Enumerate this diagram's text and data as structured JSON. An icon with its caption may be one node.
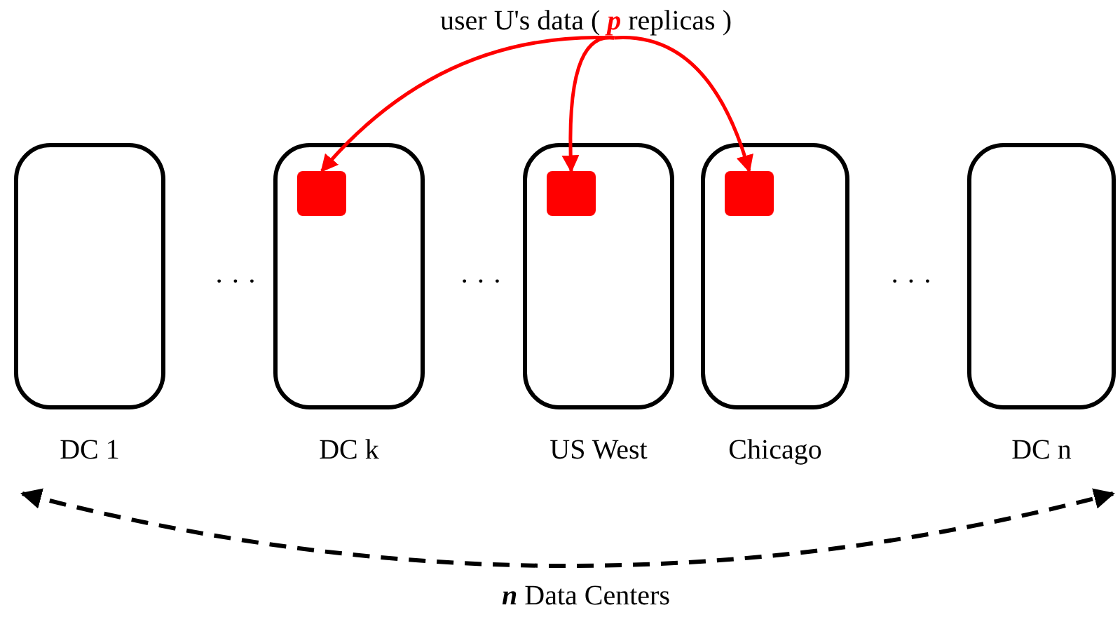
{
  "diagram": {
    "nodes": [
      {
        "text": [
          "user U's data ( **p** replicas )"
        ]
      },
      {
        "text": [
          "DC 1"
        ]
      },
      {
        "text": [
          "DC k"
        ]
      },
      {
        "text": [],
        "shape": "box",
        "in": 2
      },
      {
        "text": [
          "US West"
        ]
      },
      {
        "text": [],
        "shape": "box",
        "in": 4
      },
      {
        "text": [
          "Chicago"
        ]
      },
      {
        "text": [],
        "shape": "box",
        "in": 6
      },
      {
        "text": [
          "DC n"
        ]
      }
    ],
    "edges": [
      {
        "from": 0,
        "to": 3,
        "arrow": "to"
      },
      {
        "from": 0,
        "to": 5,
        "arrow": "to"
      },
      {
        "from": 0,
        "to": 7,
        "arrow": "to"
      }
    ],
    "labels": [
      "· · ·",
      "· · ·",
      "· · ·",
      "**n** Data Centers"
    ]
  }
}
